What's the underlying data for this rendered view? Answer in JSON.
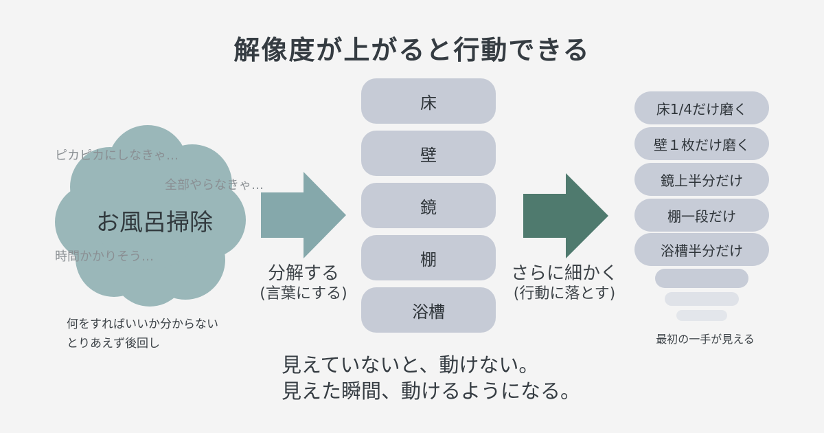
{
  "title": "解像度が上がると行動できる",
  "cloud": {
    "label": "お風呂掃除",
    "thoughts": [
      "ピカピカにしなきゃ…",
      "全部やらなきゃ…",
      "時間かかりそう…"
    ],
    "caption": [
      "何をすればいいか分からない",
      "とりあえず後回し"
    ]
  },
  "arrow1": {
    "label": "分解する",
    "sublabel": "(言葉にする)",
    "color": "#85a8ab"
  },
  "arrow2": {
    "label": "さらに細かく",
    "sublabel": "(行動に落とす)",
    "color": "#4f7a6e"
  },
  "parts": [
    "床",
    "壁",
    "鏡",
    "棚",
    "浴槽"
  ],
  "actions": [
    "床1/4だけ磨く",
    "壁１枚だけ磨く",
    "鏡上半分だけ",
    "棚一段だけ",
    "浴槽半分だけ"
  ],
  "actions_caption": "最初の一手が見える",
  "conclusion": [
    "見えていないと、動けない。",
    "見えた瞬間、動けるようになる。"
  ],
  "colors": {
    "background": "#f4f4f4",
    "cloud": "#9ab7b9",
    "pill": "#c6cbd6",
    "text": "#353c42"
  }
}
